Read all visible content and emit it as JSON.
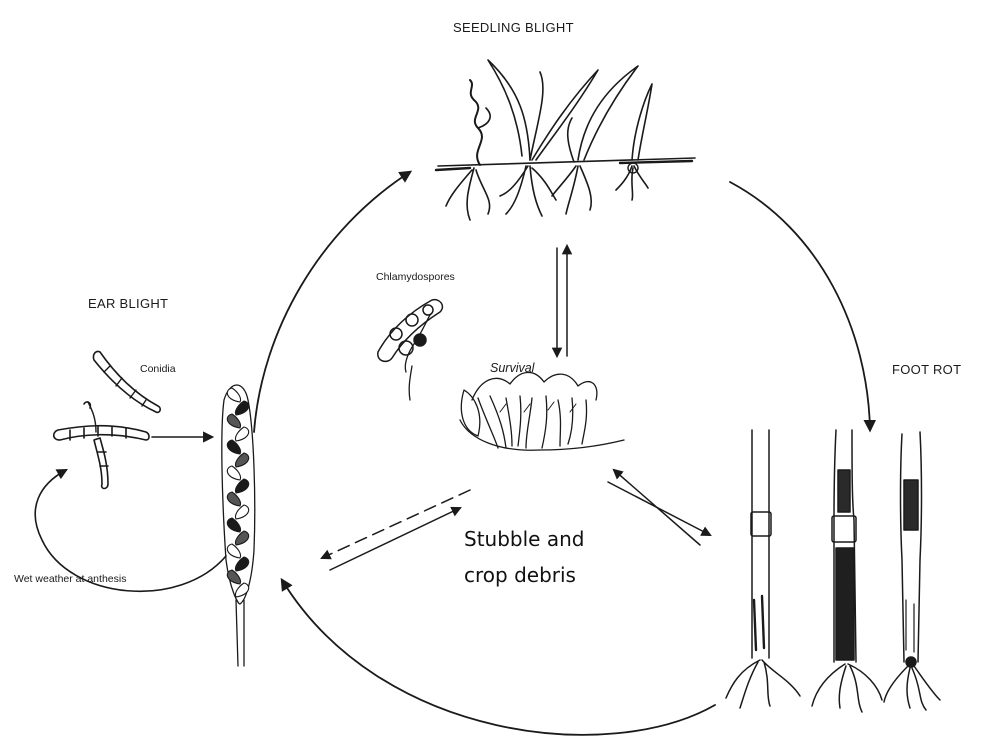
{
  "labels": {
    "seedling_blight": "SEEDLING BLIGHT",
    "ear_blight": "EAR BLIGHT",
    "foot_rot": "FOOT ROT",
    "chlamydospores": "Chlamydospores",
    "conidia": "Conidia",
    "survival": "Survival",
    "wet_weather": "Wet weather at anthesis",
    "stubble_line1": "Stubble and",
    "stubble_line2": "crop debris"
  },
  "colors": {
    "ink": "#1a1a1a",
    "background": "#ffffff"
  }
}
